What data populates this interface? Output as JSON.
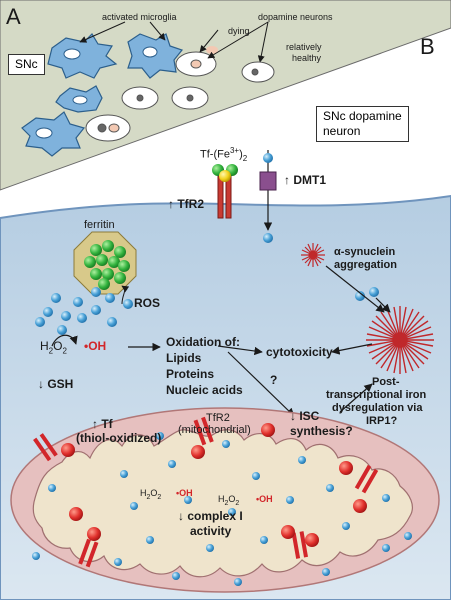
{
  "panel_a": {
    "letter": "A",
    "region_box": "SNc",
    "label_microglia": "activated microglia",
    "label_dopamine": "dopamine neurons",
    "label_dying": "dying",
    "label_healthy_1": "relatively",
    "label_healthy_2": "healthy"
  },
  "panel_b": {
    "letter": "B",
    "neuron_box_1": "SNc dopamine",
    "neuron_box_2": "neuron",
    "tf_label": "Tf-(Fe",
    "tf_sup": "3+",
    "tf_sub": "2",
    "tfr2_label": "↑ TfR2",
    "dmt1_label": "↑ DMT1",
    "ferritin": "ferritin",
    "ros": "ROS",
    "h2o2": "H",
    "oh": "•OH",
    "gsh": "↓ GSH",
    "oxidation_title": "Oxidation of:",
    "oxidation_items": [
      "Lipids",
      "Proteins",
      "Nucleic acids"
    ],
    "cytotoxicity": "cytotoxicity",
    "question": "?",
    "syn_line1": "α-synuclein",
    "syn_line2": "aggregation",
    "post_1": "Post-",
    "post_2": "transcriptional iron",
    "post_3": "dysregulation via",
    "post_4": "IRP1?",
    "isc_1": "↓ ISC",
    "isc_2": "synthesis?",
    "mito_tfr2_1": "TfR2",
    "mito_tfr2_2": "(mitochondrial)",
    "mito_tf_1": "↑ Tf",
    "mito_tf_2": "(thiol-oxidized)",
    "complex_1": "↓ complex I",
    "complex_2": "activity"
  },
  "colors": {
    "banner": "#d7dcc8",
    "cell": "#c6d8e8",
    "membrane": "#6f94bd",
    "mito_outer": "#e8c6c6",
    "mito_inner": "#efe6cf",
    "iron": "#5aa6d6",
    "red": "#d2262a",
    "green": "#2aa83a"
  }
}
